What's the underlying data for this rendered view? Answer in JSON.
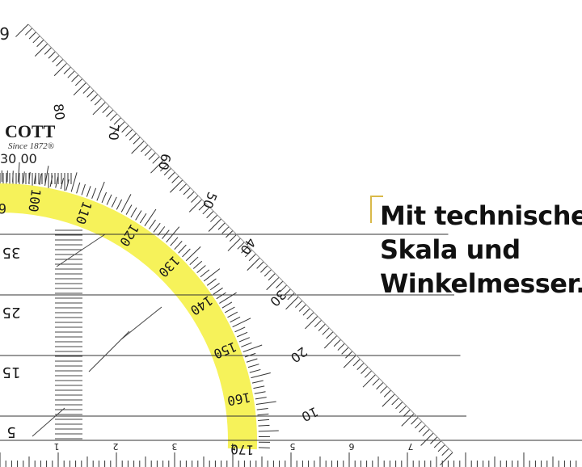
{
  "caption": {
    "lines": [
      "Mit technischer",
      "Skala und",
      "Winkelmesser."
    ],
    "accent_color": "#d9b949"
  },
  "ruler": {
    "brand_name": "COTT",
    "brand_tagline": "Since 1872®",
    "article_number": "30 00",
    "top_corner_digit": "6",
    "protractor_labels": [
      "100",
      "110",
      "120",
      "130",
      "140",
      "150",
      "160",
      "170"
    ],
    "protractor_partial_label": "6",
    "protractor_band_color": "#f6f25a",
    "outer_angle_labels": [
      "80",
      "70",
      "60",
      "50",
      "40",
      "30",
      "20",
      "10"
    ],
    "side_scale_labels": [
      "35",
      "25",
      "15",
      "5"
    ],
    "bottom_scale_labels": [
      "1",
      "2",
      "3",
      "4",
      "5",
      "6",
      "7"
    ]
  }
}
